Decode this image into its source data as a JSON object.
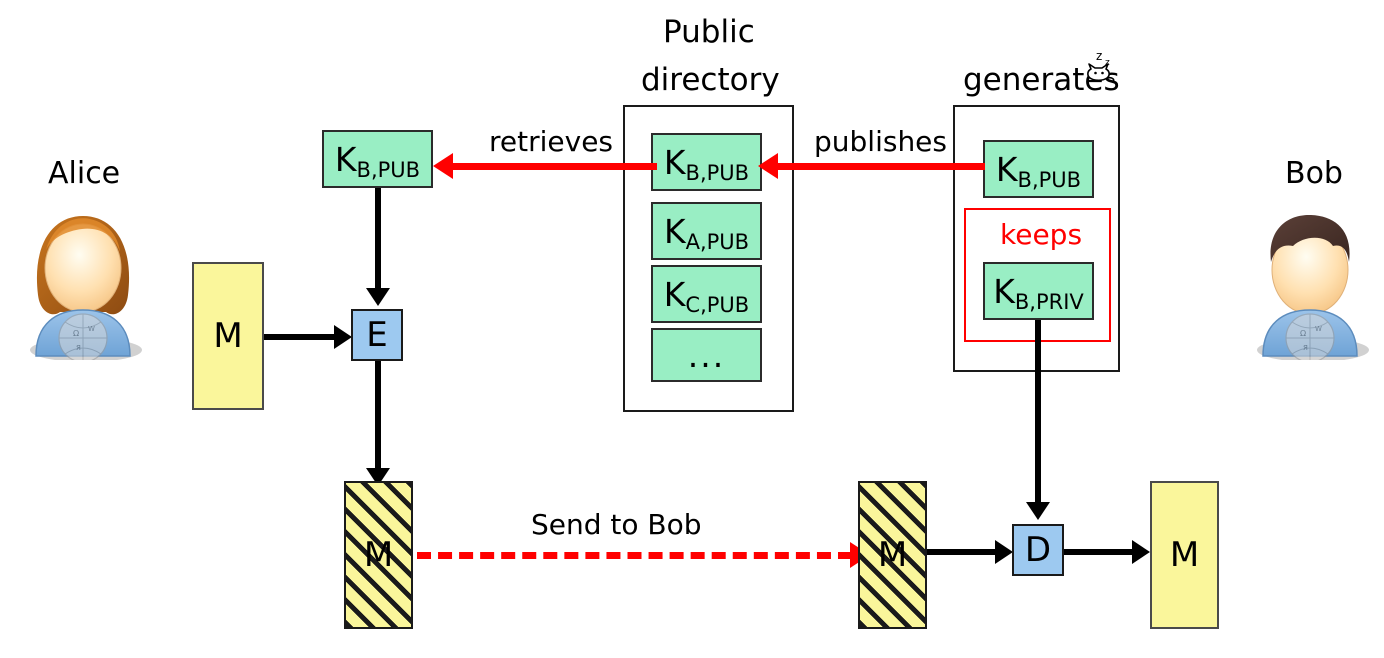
{
  "diagram": {
    "title_public_directory_line1": "Public",
    "title_public_directory_line2": "directory",
    "title_generates": "generates",
    "label_alice": "Alice",
    "label_bob": "Bob",
    "label_retrieves": "retrieves",
    "label_publishes": "publishes",
    "label_keeps": "keeps",
    "label_send_to_bob": "Send to Bob",
    "sleeping_cat_icon": "sleeping-cat-icon"
  },
  "keys": {
    "alice_retrieved": {
      "base": "K",
      "sub": "B,PUB"
    },
    "directory": [
      {
        "base": "K",
        "sub": "B,PUB"
      },
      {
        "base": "K",
        "sub": "A,PUB"
      },
      {
        "base": "K",
        "sub": "C,PUB"
      },
      {
        "base": "...",
        "sub": ""
      }
    ],
    "bob_public": {
      "base": "K",
      "sub": "B,PUB"
    },
    "bob_private": {
      "base": "K",
      "sub": "B,PRIV"
    }
  },
  "blocks": {
    "plaintext_alice": "M",
    "encrypt": "E",
    "ciphertext_alice": "M",
    "ciphertext_bob": "M",
    "decrypt": "D",
    "plaintext_bob": "M"
  },
  "colors": {
    "key_green": "#99eec4",
    "message_yellow": "#faf69b",
    "crypto_blue": "#9dc9f0",
    "arrow_red": "#ff0000",
    "arrow_black": "#000000",
    "avatar_shirt": "#7fb0e0",
    "alice_hair": "#b5651d",
    "bob_hair": "#4a332c"
  }
}
